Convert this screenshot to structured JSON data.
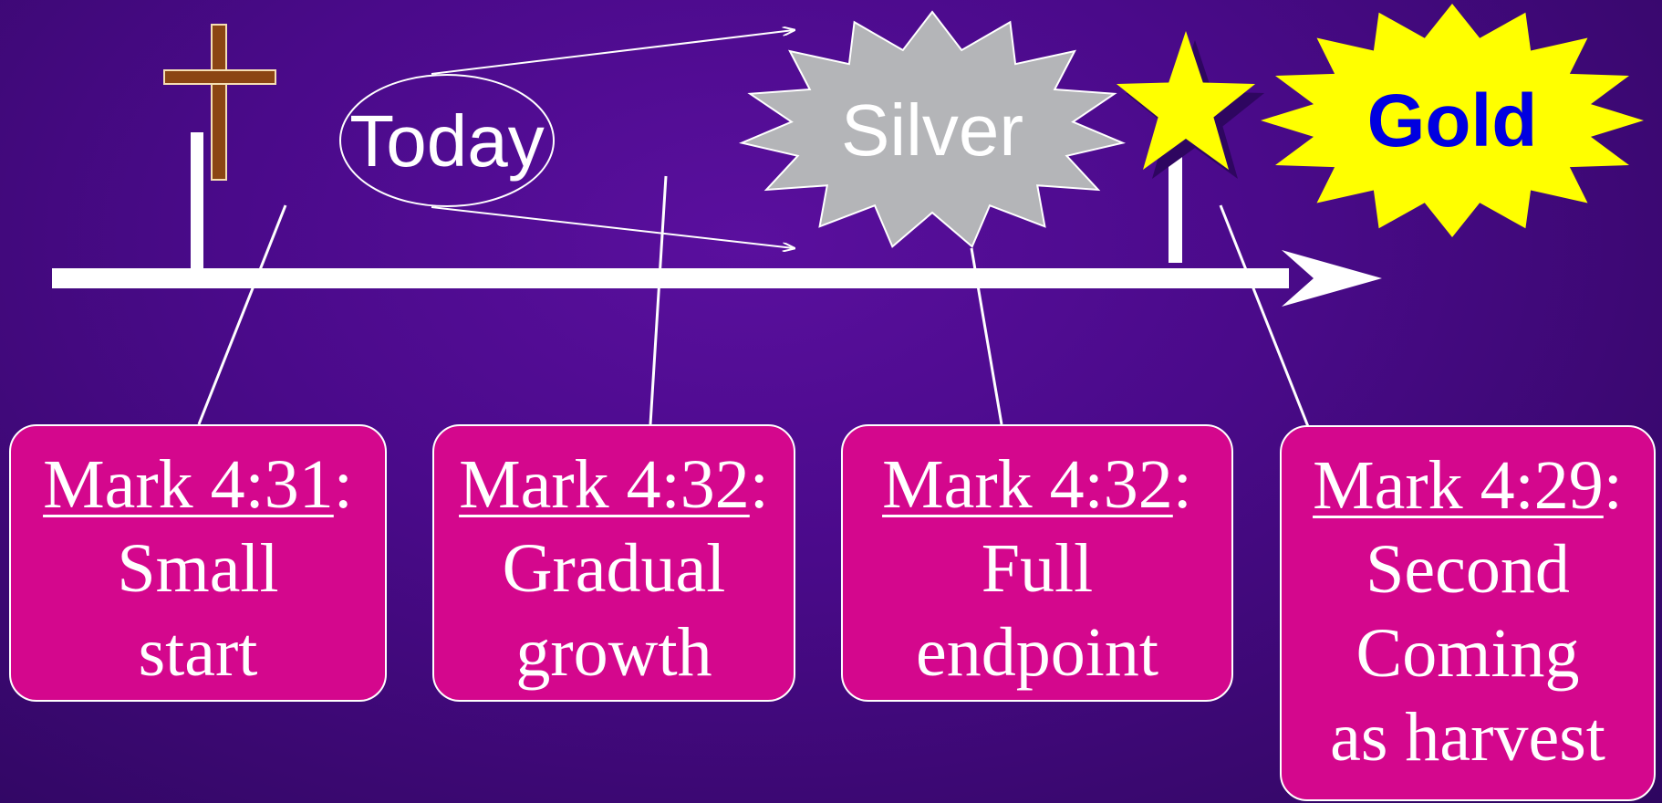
{
  "labels": {
    "today": "Today",
    "silver": "Silver",
    "gold": "Gold"
  },
  "icons": {
    "cross": "cross-icon",
    "star": "star-icon"
  },
  "colors": {
    "background": "#4a0a8a",
    "box_fill": "#d4078d",
    "silver_fill": "#b4b5b8",
    "gold_fill": "#ffff00",
    "gold_text": "#0000e0",
    "cross_fill": "#8b4513",
    "line": "#ffffff"
  },
  "boxes": [
    {
      "ref": "Mark 4:31",
      "colon": ":",
      "lines": [
        "Small",
        "start"
      ]
    },
    {
      "ref": "Mark 4:32",
      "colon": ":",
      "lines": [
        "Gradual",
        "growth"
      ]
    },
    {
      "ref": "Mark 4:32",
      "colon": ":",
      "lines": [
        "Full",
        "endpoint"
      ]
    },
    {
      "ref": "Mark 4:29",
      "colon": ":",
      "lines": [
        "Second",
        "Coming",
        "as harvest"
      ]
    }
  ]
}
